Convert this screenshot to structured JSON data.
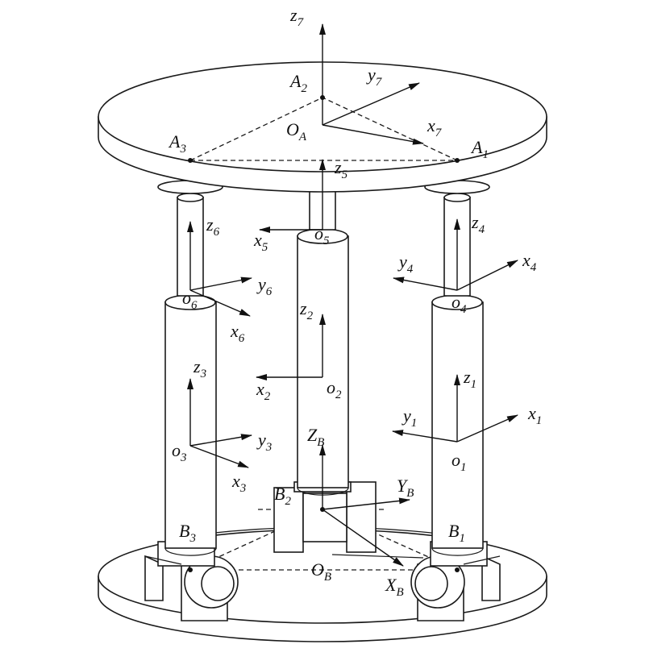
{
  "labels": {
    "z7": {
      "main": "z",
      "sub": "7"
    },
    "y7": {
      "main": "y",
      "sub": "7"
    },
    "x7": {
      "main": "x",
      "sub": "7"
    },
    "A1": {
      "main": "A",
      "sub": "1"
    },
    "A2": {
      "main": "A",
      "sub": "2"
    },
    "A3": {
      "main": "A",
      "sub": "3"
    },
    "OA": {
      "main": "O",
      "sub": "A"
    },
    "z5": {
      "main": "z",
      "sub": "5"
    },
    "x5": {
      "main": "x",
      "sub": "5"
    },
    "o5": {
      "main": "o",
      "sub": "5"
    },
    "z6": {
      "main": "z",
      "sub": "6"
    },
    "y6": {
      "main": "y",
      "sub": "6"
    },
    "x6": {
      "main": "x",
      "sub": "6"
    },
    "o6": {
      "main": "o",
      "sub": "6"
    },
    "z4": {
      "main": "z",
      "sub": "4"
    },
    "y4": {
      "main": "y",
      "sub": "4"
    },
    "x4": {
      "main": "x",
      "sub": "4"
    },
    "o4": {
      "main": "o",
      "sub": "4"
    },
    "z2": {
      "main": "z",
      "sub": "2"
    },
    "x2": {
      "main": "x",
      "sub": "2"
    },
    "o2": {
      "main": "o",
      "sub": "2"
    },
    "z3": {
      "main": "z",
      "sub": "3"
    },
    "y3": {
      "main": "y",
      "sub": "3"
    },
    "x3": {
      "main": "x",
      "sub": "3"
    },
    "o3": {
      "main": "o",
      "sub": "3"
    },
    "z1": {
      "main": "z",
      "sub": "1"
    },
    "y1": {
      "main": "y",
      "sub": "1"
    },
    "x1": {
      "main": "x",
      "sub": "1"
    },
    "o1": {
      "main": "o",
      "sub": "1"
    },
    "ZB": {
      "main": "Z",
      "sub": "B"
    },
    "YB": {
      "main": "Y",
      "sub": "B"
    },
    "XB": {
      "main": "X",
      "sub": "B"
    },
    "OB": {
      "main": "O",
      "sub": "B"
    },
    "B1": {
      "main": "B",
      "sub": "1"
    },
    "B2": {
      "main": "B",
      "sub": "2"
    },
    "B3": {
      "main": "B",
      "sub": "3"
    }
  }
}
